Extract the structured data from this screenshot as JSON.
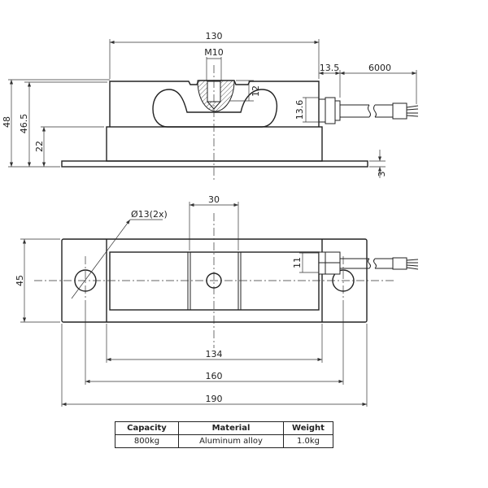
{
  "side_view": {
    "dims": {
      "length": "130",
      "thread": "M10",
      "thread_depth": "12",
      "gland_offset": "13.5",
      "cable_length": "6000",
      "gland_height": "13.6",
      "total_height": "48",
      "body_height": "46.5",
      "base_height": "22",
      "plate_thickness": "3"
    }
  },
  "top_view": {
    "dims": {
      "hole_diameter": "Ø13(2x)",
      "center_width": "30",
      "width": "45",
      "cable_offset": "11",
      "body_length": "134",
      "hole_spacing": "160",
      "total_length": "190"
    }
  },
  "spec_table": {
    "headers": [
      "Capacity",
      "Material",
      "Weight"
    ],
    "rows": [
      [
        "800kg",
        "Aluminum alloy",
        "1.0kg"
      ]
    ]
  }
}
